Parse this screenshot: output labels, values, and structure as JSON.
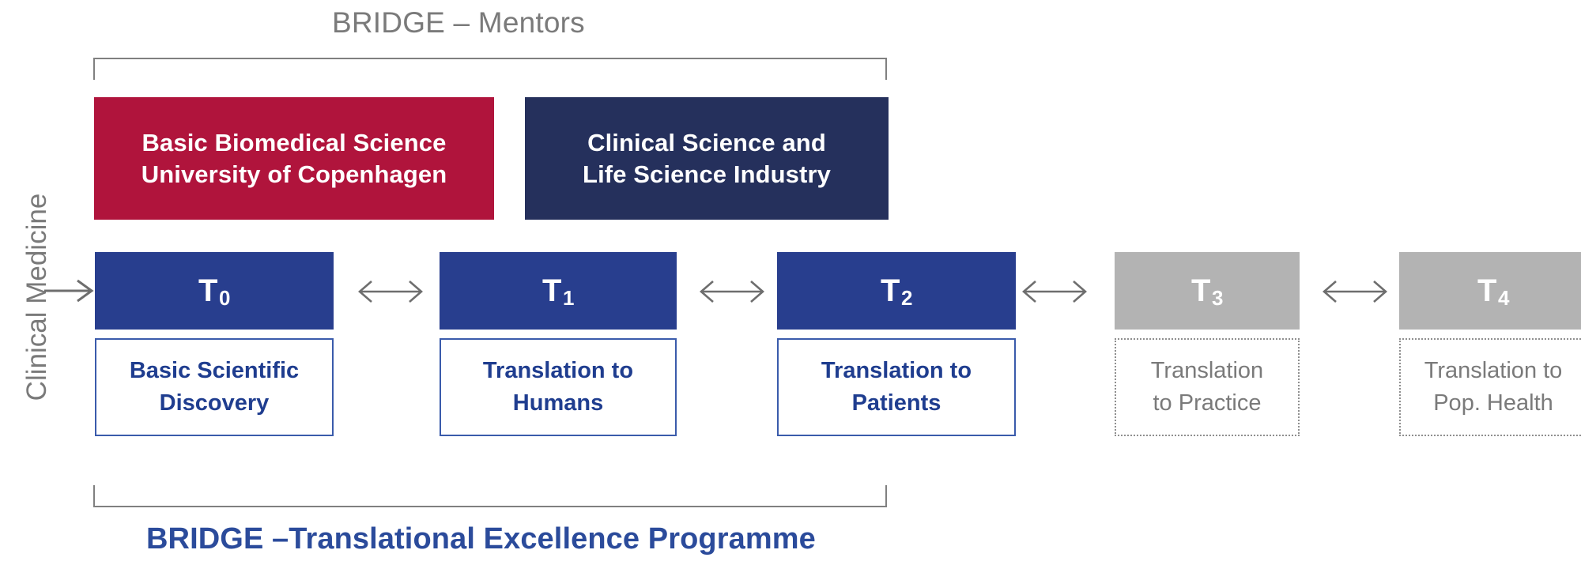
{
  "diagram": {
    "top_title": "BRIDGE – Mentors",
    "bottom_caption": "BRIDGE –Translational Excellence Programme",
    "axis_label": "Clinical Medicine",
    "colors": {
      "mentor_red": "#b0143c",
      "mentor_navy": "#25305c",
      "stage_blue": "#283e8e",
      "stage_grey": "#b3b3b3",
      "label_blue": "#1f3d8f",
      "caption_blue": "#2b4b9b",
      "muted_grey": "#7a7a7a",
      "bracket_grey": "#808080"
    }
  },
  "mentors": [
    {
      "line1": "Basic Biomedical Science",
      "line2": "University of Copenhagen",
      "color": "#b0143c"
    },
    {
      "line1": "Clinical Science and",
      "line2": "Life Science Industry",
      "color": "#25305c"
    }
  ],
  "stages": [
    {
      "code": "T",
      "index": "0",
      "line1": "Basic Scientific",
      "line2": "Discovery",
      "state": "active"
    },
    {
      "code": "T",
      "index": "1",
      "line1": "Translation to",
      "line2": "Humans",
      "state": "active"
    },
    {
      "code": "T",
      "index": "2",
      "line1": "Translation to",
      "line2": "Patients",
      "state": "active"
    },
    {
      "code": "T",
      "index": "3",
      "line1": "Translation",
      "line2": "to Practice",
      "state": "muted"
    },
    {
      "code": "T",
      "index": "4",
      "line1": "Translation to",
      "line2": "Pop. Health",
      "state": "muted"
    }
  ],
  "arrows": {
    "entry": "arrow-right-icon",
    "between": "arrow-left-right-icon"
  }
}
